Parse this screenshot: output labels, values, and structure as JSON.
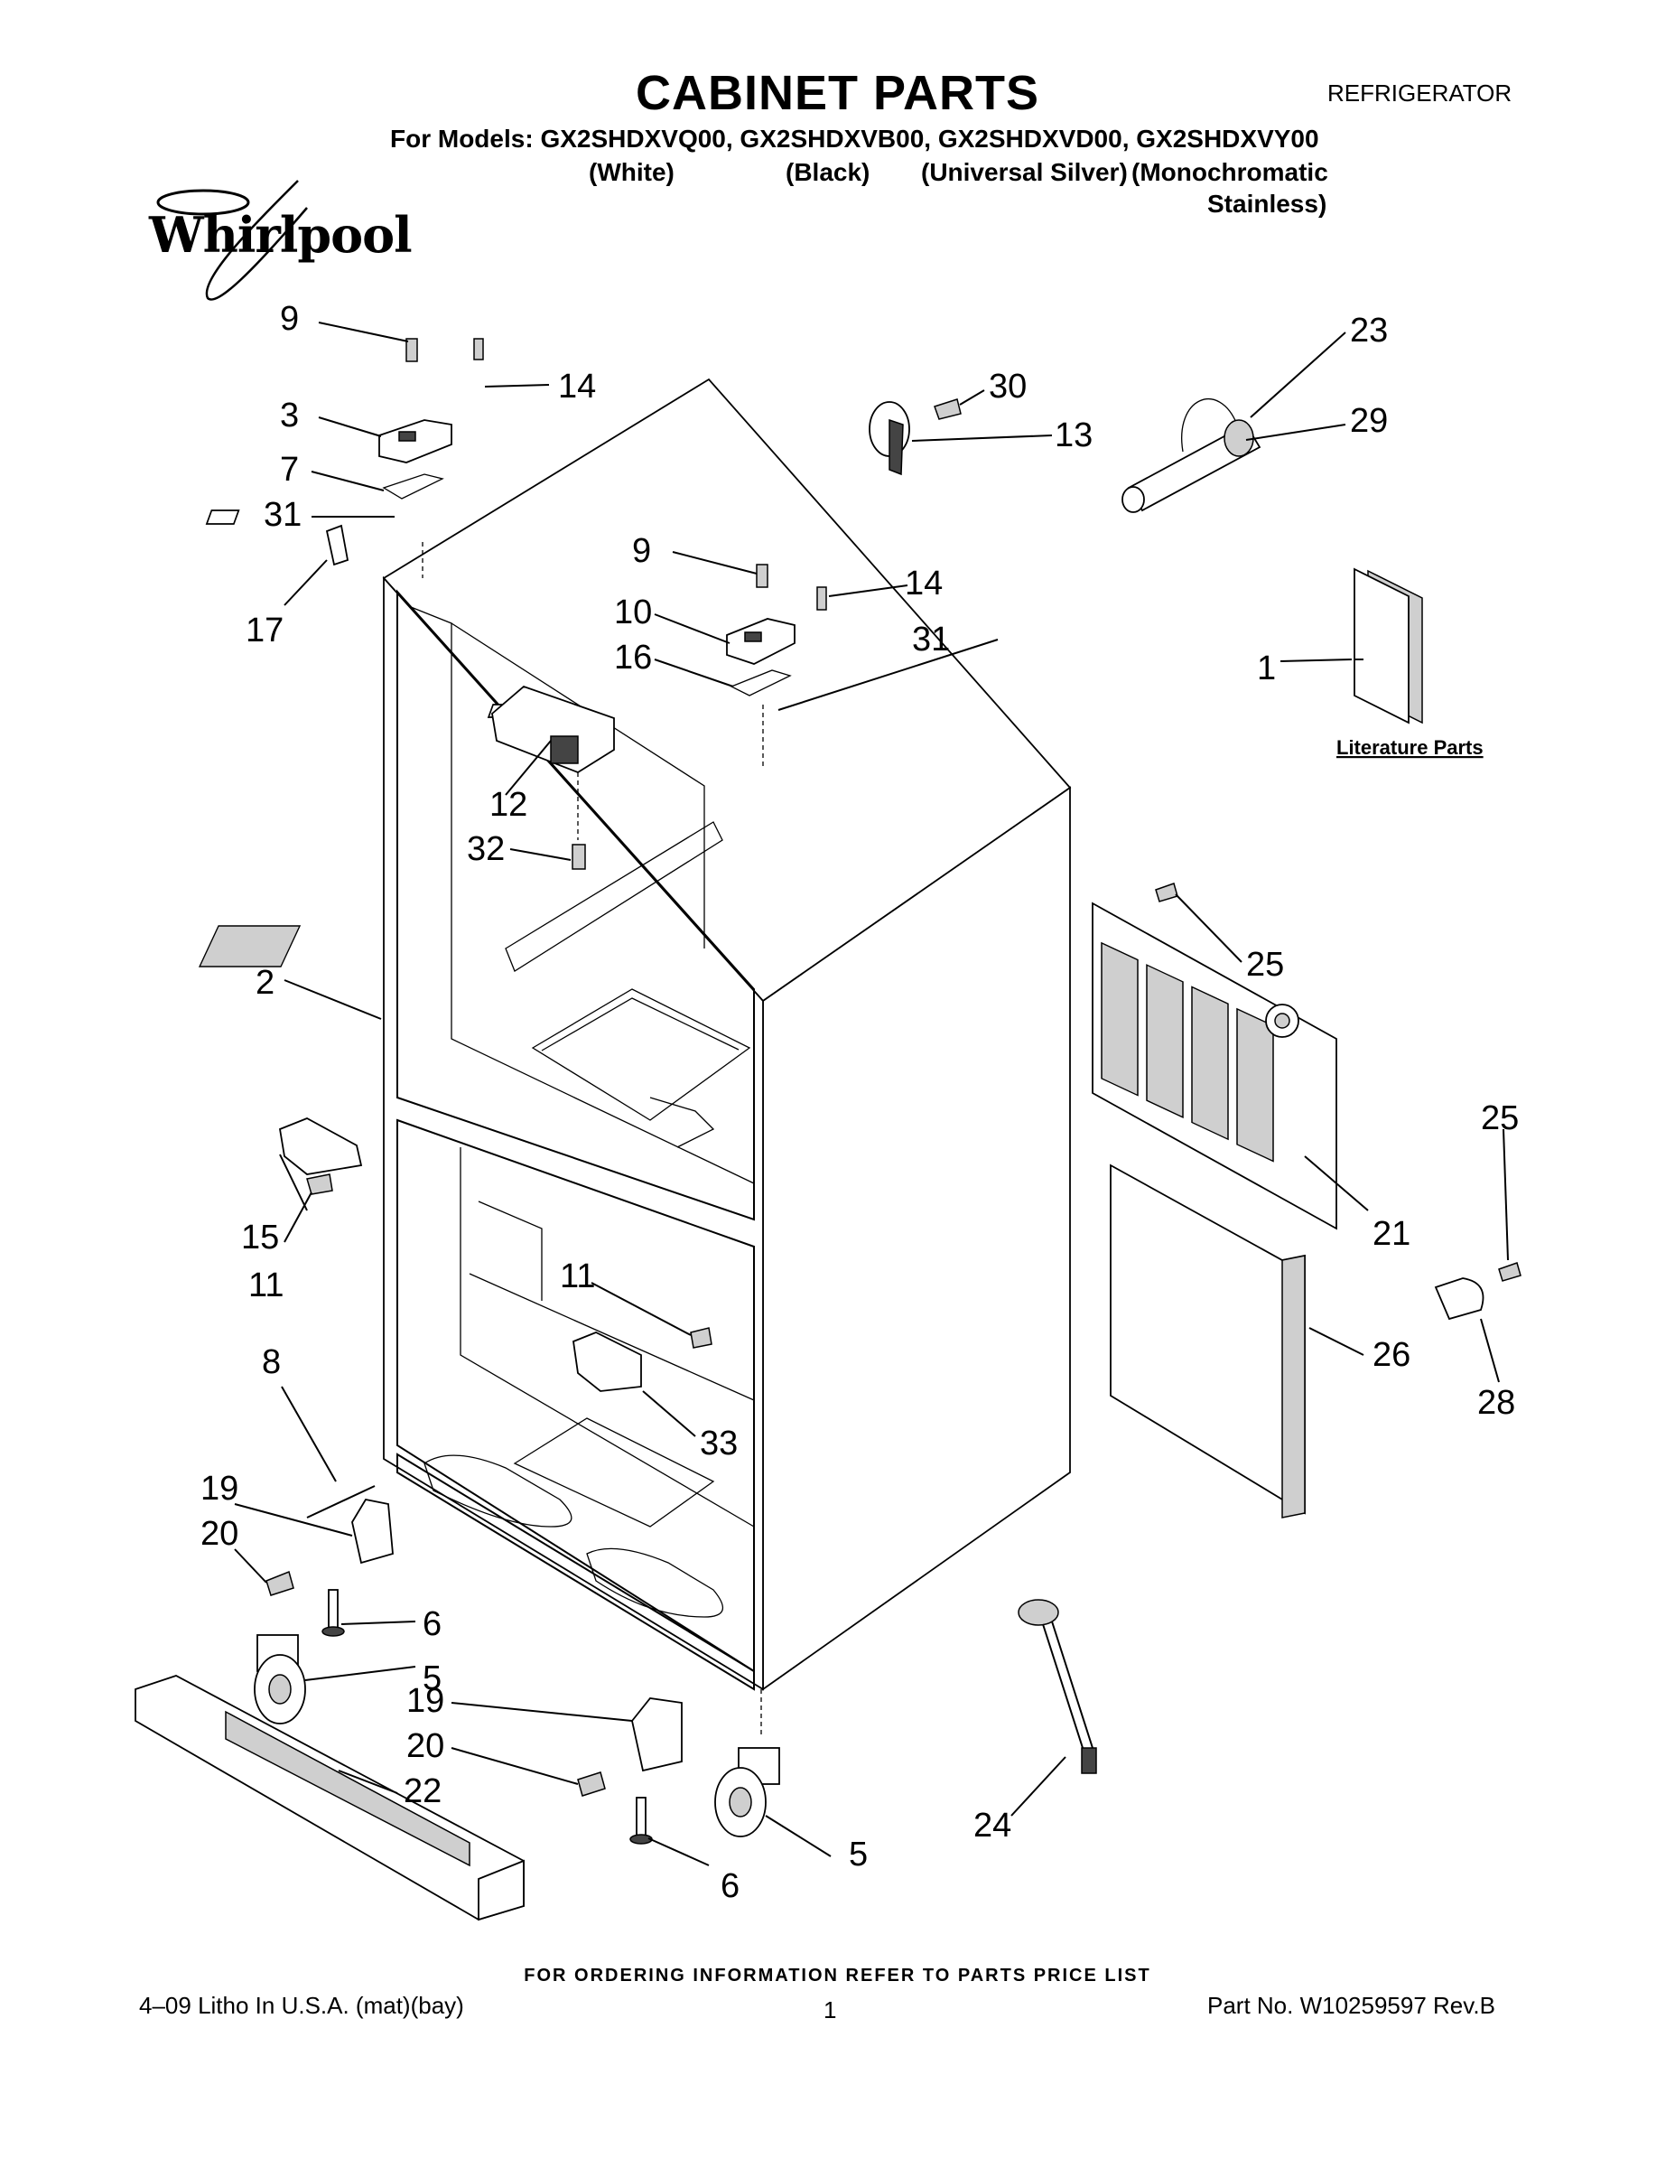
{
  "header": {
    "title": "CABINET PARTS",
    "category": "REFRIGERATOR",
    "models_line": "For Models: GX2SHDXVQ00, GX2SHDXVB00, GX2SHDXVD00, GX2SHDXVY00",
    "variants": [
      "(White)",
      "(Black)",
      "(Universal Silver)",
      "(Monochromatic",
      "Stainless)"
    ],
    "brand": "Whirlpool"
  },
  "diagram": {
    "callouts": [
      "1",
      "2",
      "3",
      "5",
      "5",
      "6",
      "6",
      "7",
      "8",
      "9",
      "9",
      "10",
      "11",
      "11",
      "12",
      "13",
      "14",
      "14",
      "15",
      "16",
      "17",
      "19",
      "19",
      "20",
      "20",
      "21",
      "22",
      "23",
      "24",
      "25",
      "25",
      "26",
      "28",
      "29",
      "30",
      "31",
      "31",
      "32",
      "33"
    ],
    "literature_label": "Literature Parts"
  },
  "footer": {
    "ordering_info": "FOR ORDERING INFORMATION REFER TO PARTS PRICE LIST",
    "litho": "4–09 Litho In U.S.A. (mat)(bay)",
    "page": "1",
    "part_number": "Part No. W10259597 Rev.B"
  }
}
